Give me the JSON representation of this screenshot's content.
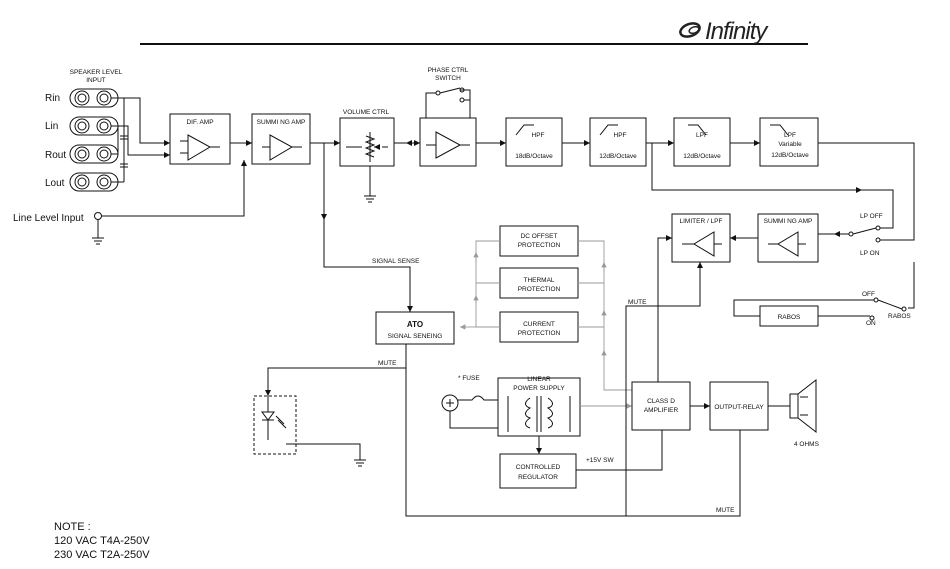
{
  "brand": {
    "name": "Infinity"
  },
  "labels": {
    "speaker_level_input": [
      "SPEAKER LEVEL",
      "INPUT"
    ],
    "rin": "Rin",
    "lin": "Lin",
    "rout": "Rout",
    "lout": "Lout",
    "line_level_input": "Line Level Input",
    "dif_amp": "DIF. AMP",
    "summing_amp": "SUMMI NG AMP",
    "volume_ctrl": "VOLUME CTRL",
    "phase_ctrl_switch": [
      "PHASE CTRL",
      "SWITCH"
    ],
    "hpf1": [
      "HPF",
      "18dB/Octave"
    ],
    "hpf2": [
      "HPF",
      "12dB/Octave"
    ],
    "lpf1": [
      "LPF",
      "12dB/Octave"
    ],
    "lpf2": [
      "LPF",
      "Variable",
      "12dB/Octave"
    ],
    "lp_off": "LP OFF",
    "lp_on": "LP ON",
    "limiter_lpf": "LIMITER  /  LPF",
    "summing_amp2": "SUMMI NG AMP",
    "dc_offset": [
      "DC OFFSET",
      "PROTECTION"
    ],
    "thermal": [
      "THERMAL",
      "PROTECTION"
    ],
    "current": [
      "CURRENT",
      "PROTECTION"
    ],
    "signal_sense": "SIGNAL SENSE",
    "ato": [
      "ATO",
      "SIGNAL SENEING"
    ],
    "mute": "MUTE",
    "off": "OFF",
    "on": "ON",
    "rabos": "RABOS",
    "fuse": "* FUSE",
    "linear_ps": [
      "LINEAR",
      "POWER SUPPLY"
    ],
    "class_d": [
      "CLASS  D",
      "AMPLIFIER"
    ],
    "output_relay": "OUTPUT-RELAY",
    "four_ohms": "4 OHMS",
    "controlled_regulator": [
      "CONTROLLED",
      "REGULATOR"
    ],
    "plus15v": "+15V SW"
  },
  "note": {
    "title": "NOTE :",
    "lines": [
      "120 VAC T4A-250V",
      "230 VAC T2A-250V"
    ]
  }
}
